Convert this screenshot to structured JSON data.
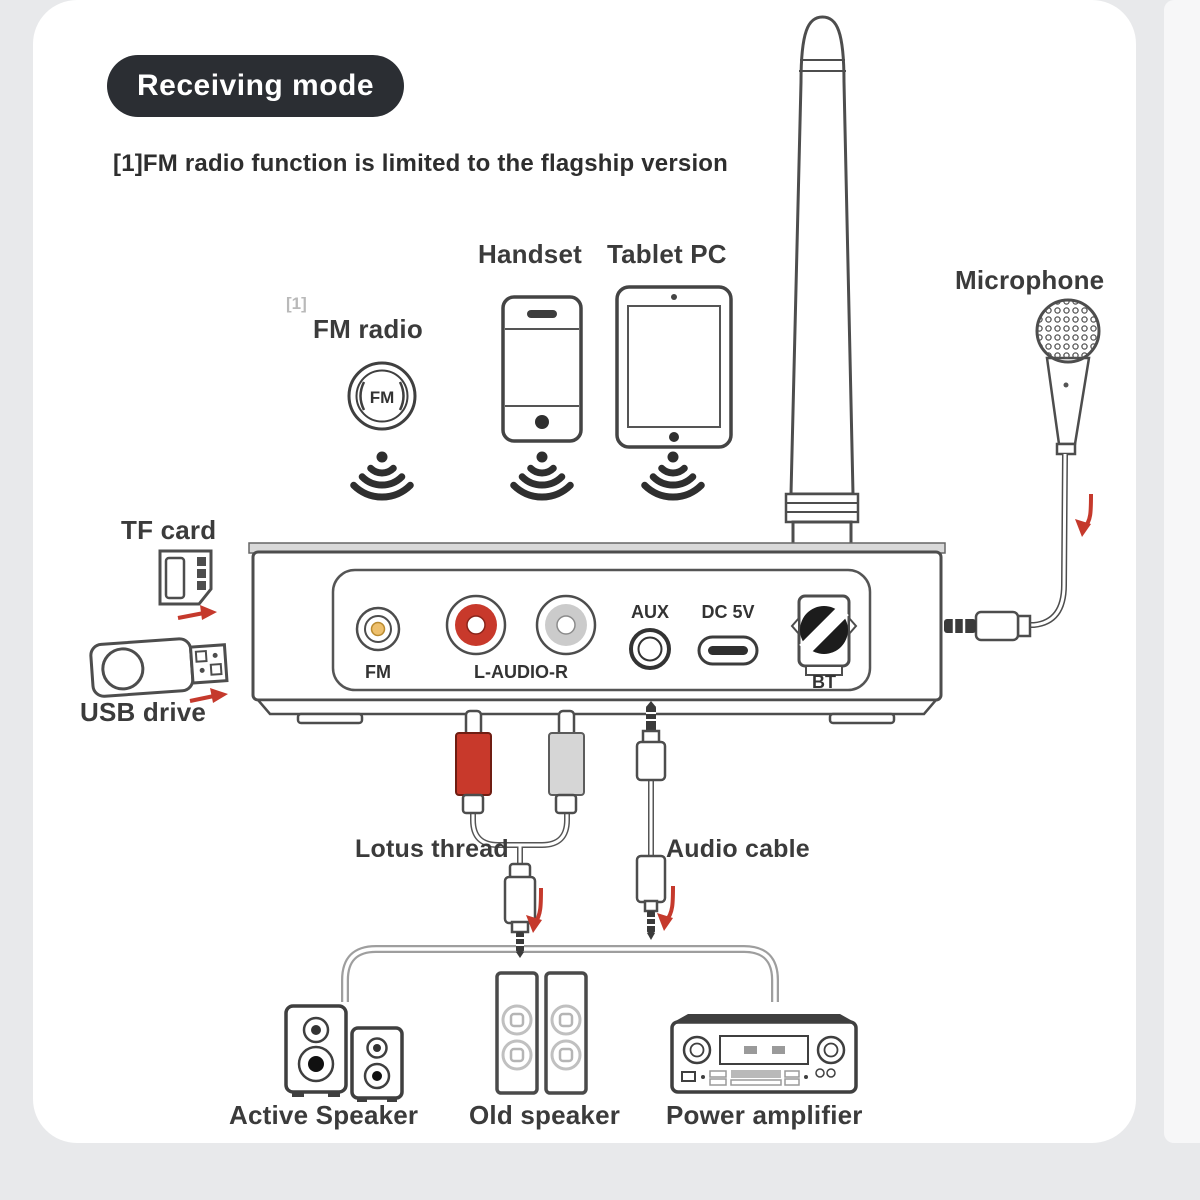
{
  "header": {
    "badge": "Receiving mode",
    "note": "[1]FM radio function is limited to the flagship version"
  },
  "sources": {
    "fm_radio": {
      "footnote": "[1]",
      "label": "FM radio"
    },
    "handset": {
      "label": "Handset"
    },
    "tablet_pc": {
      "label": "Tablet PC"
    },
    "microphone": {
      "label": "Microphone"
    }
  },
  "media": {
    "tf_card": {
      "label": "TF card"
    },
    "usb_drive": {
      "label": "USB drive"
    }
  },
  "receiver": {
    "ports": {
      "fm": "FM",
      "audio": "L-AUDIO-R",
      "aux": "AUX",
      "dc": "DC 5V",
      "bt": "BT"
    }
  },
  "cables": {
    "lotus_thread": {
      "label": "Lotus thread"
    },
    "audio_cable": {
      "label": "Audio cable"
    }
  },
  "outputs": {
    "active_speaker": {
      "label": "Active Speaker"
    },
    "old_speaker": {
      "label": "Old speaker"
    },
    "power_amplifier": {
      "label": "Power amplifier"
    }
  },
  "colors": {
    "accent_red": "#c5392c",
    "rca_red": "#c8392b",
    "pill_bg": "#2b2e33",
    "outline": "#4d4d4d",
    "tube_gray": "#9e9e9e"
  }
}
